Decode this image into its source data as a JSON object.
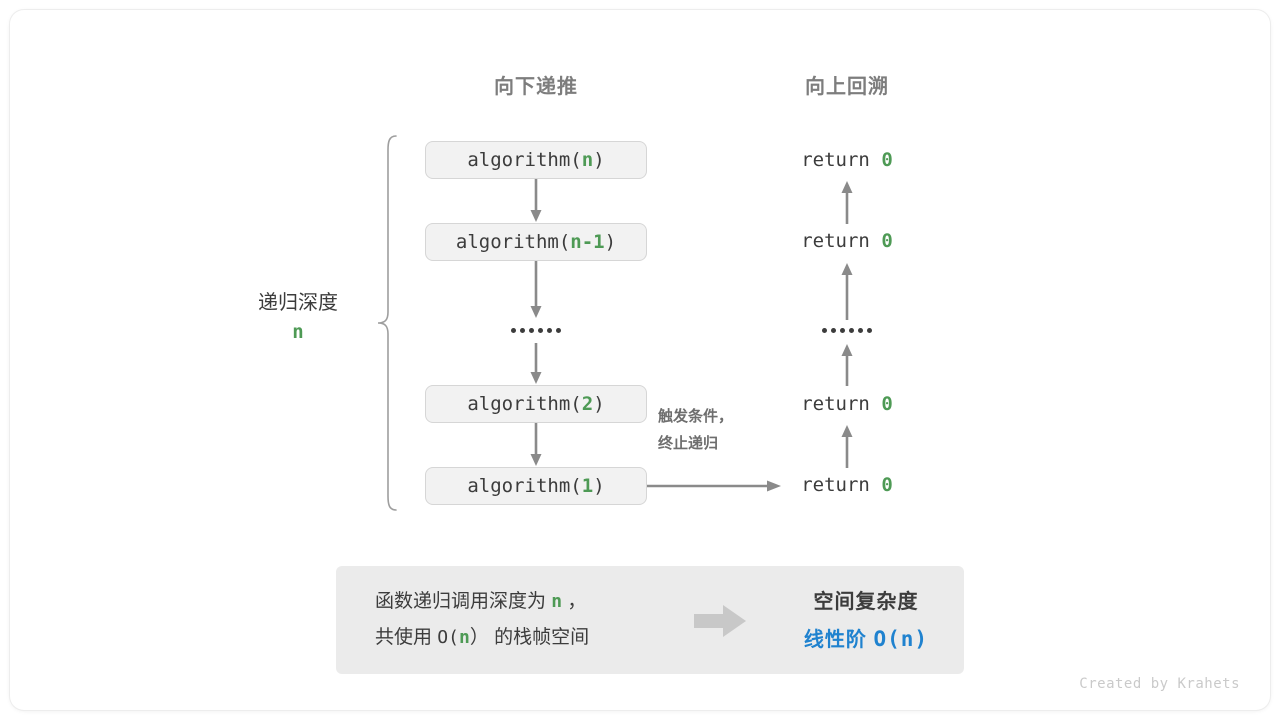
{
  "headers": {
    "down": "向下递推",
    "up": "向上回溯"
  },
  "depth": {
    "label": "递归深度",
    "value": "n"
  },
  "calls": [
    {
      "name": "algorithm(",
      "arg": "n",
      "close": ")"
    },
    {
      "name": "algorithm(",
      "arg": "n-1",
      "close": ")"
    },
    {
      "name": "algorithm(",
      "arg": "2",
      "close": ")"
    },
    {
      "name": "algorithm(",
      "arg": "1",
      "close": ")"
    }
  ],
  "ellipsis_dots": 6,
  "returns": [
    {
      "keyword": "return",
      "value": "0"
    },
    {
      "keyword": "return",
      "value": "0"
    },
    {
      "keyword": "return",
      "value": "0"
    },
    {
      "keyword": "return",
      "value": "0"
    }
  ],
  "note": {
    "line1": "触发条件，",
    "line2": "终止递归"
  },
  "summary": {
    "left_line1_a": "函数递归调用深度为",
    "left_line1_n": "n",
    "left_line1_b": "，",
    "left_line2_a": "共使用",
    "left_line2_o": "O(",
    "left_line2_n": "n",
    "left_line2_c": "）",
    "left_line2_b": "的栈帧空间",
    "arrow_icon": "block-arrow-right-icon",
    "right_title": "空间复杂度",
    "right_value_text": "线性阶",
    "right_value_mono": "O(n)"
  },
  "watermark": "Created by Krahets",
  "colors": {
    "green": "#4e9a55",
    "blue": "#1f82cf",
    "gray_text": "#3c3c3c",
    "header_gray": "#7d7d7d",
    "arrow_gray": "#8a8a8a",
    "box_fill": "#f2f2f2",
    "box_border": "#d6d6d6",
    "panel_fill": "#ebebeb"
  }
}
